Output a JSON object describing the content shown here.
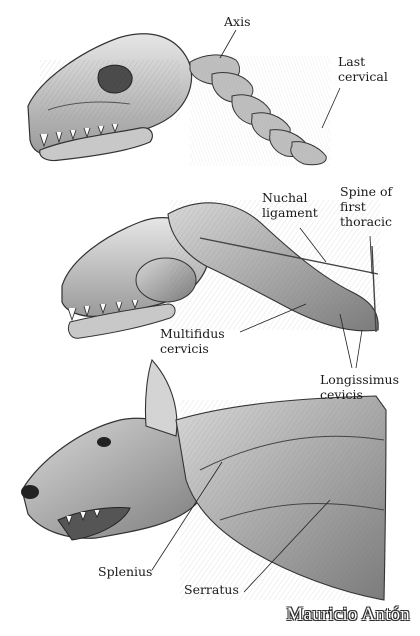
{
  "figure": {
    "skeleton_panel": {
      "labels": {
        "axis": "Axis",
        "last_cervical": "Last\ncervical"
      }
    },
    "deep_muscle_panel": {
      "labels": {
        "nuchal_ligament": "Nuchal\nligament",
        "spine_first_thoracic": "Spine of\nfirst\nthoracic",
        "multifidus": "Multifidus\ncervicis",
        "longissimus": "Longissimus\ncevicis"
      }
    },
    "superficial_panel": {
      "labels": {
        "splenius": "Splenius",
        "serratus": "Serratus"
      }
    },
    "signature": "Mauricio Antón"
  }
}
